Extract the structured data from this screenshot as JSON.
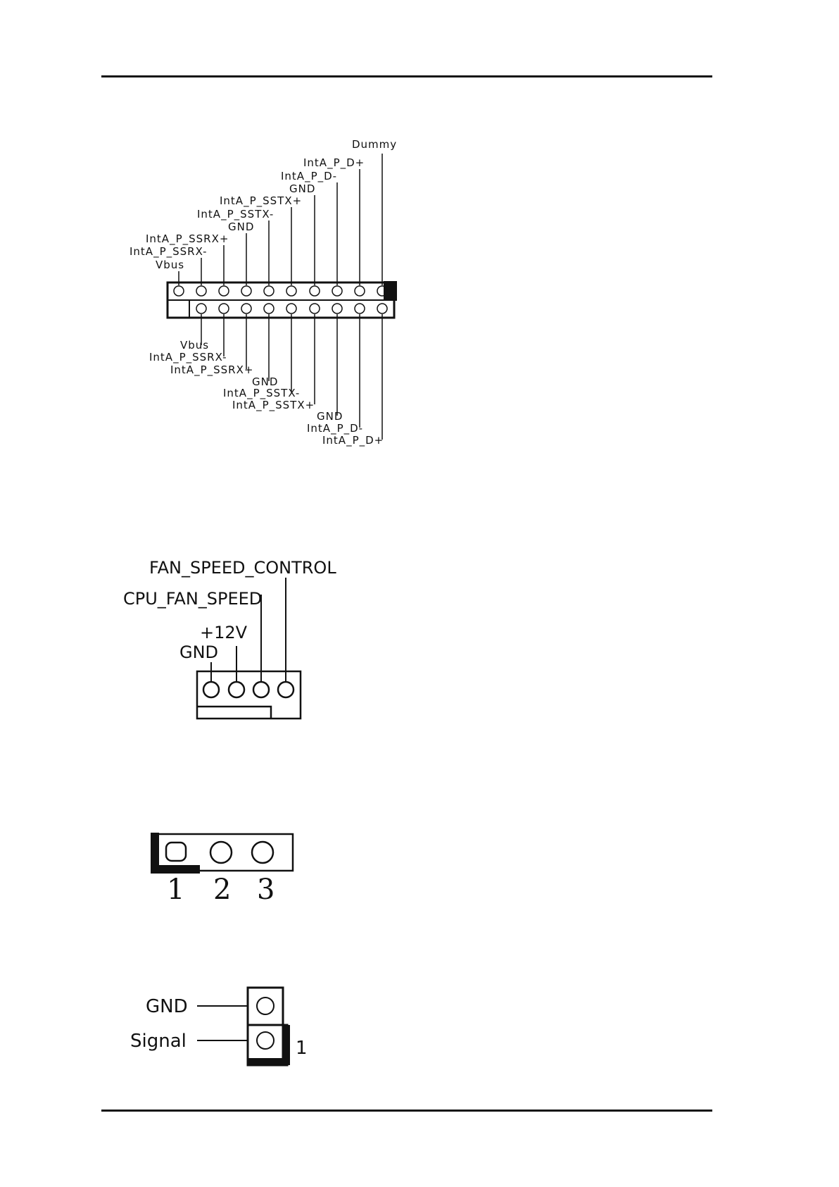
{
  "usb3_header": {
    "top_row_labels": [
      "Vbus",
      "IntA_P_SSRX-",
      "IntA_P_SSRX+",
      "GND",
      "IntA_P_SSTX-",
      "IntA_P_SSTX+",
      "GND",
      "IntA_P_D-",
      "IntA_P_D+",
      "Dummy"
    ],
    "bottom_row_labels": [
      "Vbus",
      "IntA_P_SSRX-",
      "IntA_P_SSRX+",
      "GND",
      "IntA_P_SSTX-",
      "IntA_P_SSTX+",
      "GND",
      "IntA_P_D-",
      "IntA_P_D+"
    ]
  },
  "fan_header": {
    "labels": [
      "GND",
      "+12V",
      "CPU_FAN_SPEED",
      "FAN_SPEED_CONTROL"
    ]
  },
  "jumper_3pin": {
    "pin_numbers": [
      "1",
      "2",
      "3"
    ]
  },
  "header_2pin": {
    "labels": [
      "GND",
      "Signal"
    ],
    "pin1_marker": "1"
  }
}
